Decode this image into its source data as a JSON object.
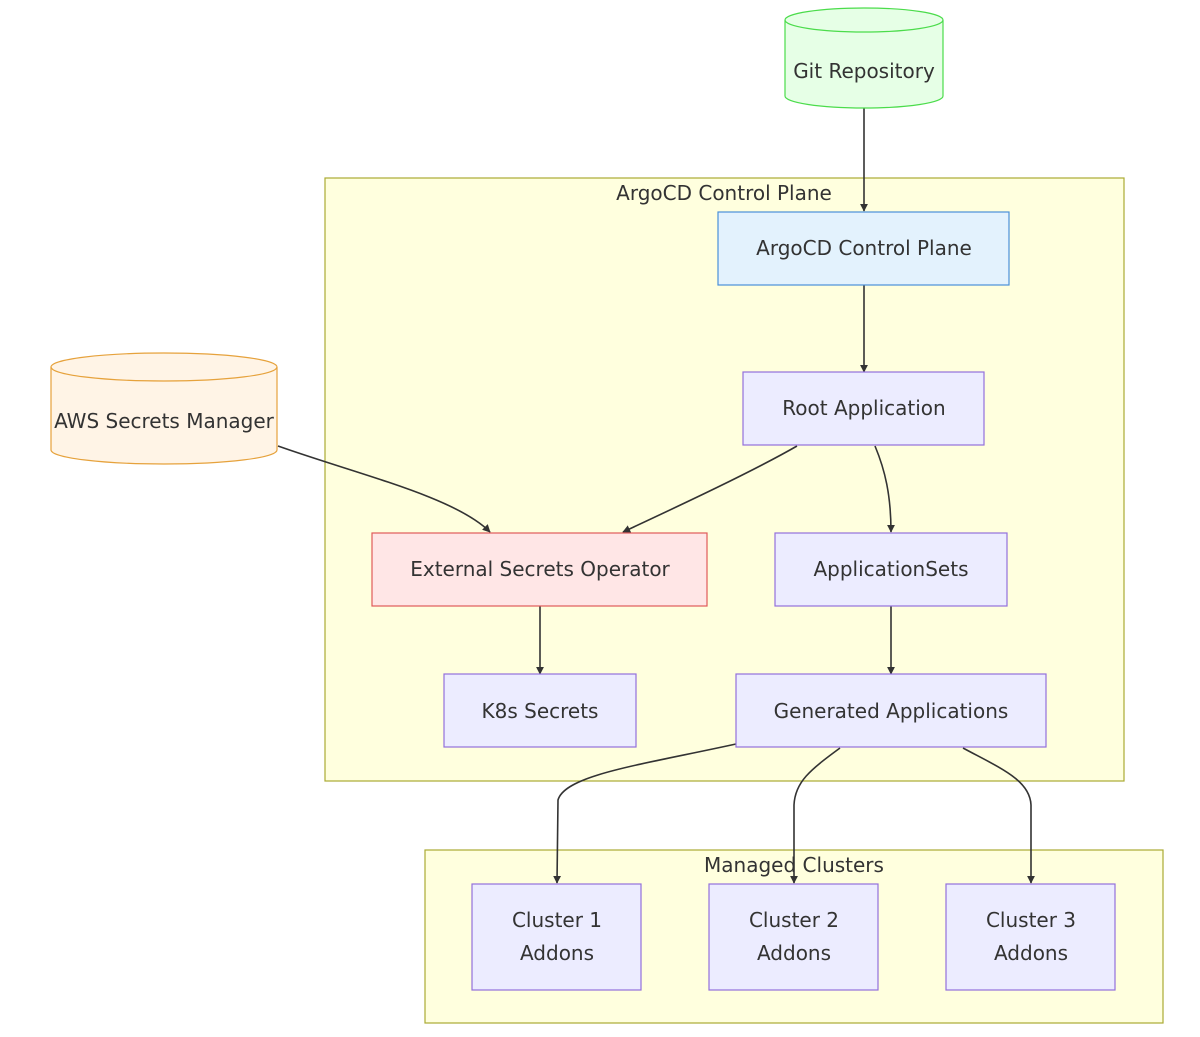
{
  "groups": {
    "control_plane": {
      "label": "ArgoCD Control Plane"
    },
    "managed_clusters": {
      "label": "Managed Clusters"
    }
  },
  "nodes": {
    "git_repository": {
      "label": "Git Repository",
      "shape": "cylinder",
      "fill": "#e6ffe6",
      "stroke": "#4bdc4b"
    },
    "argocd_control_plane": {
      "label": "ArgoCD Control Plane",
      "fill": "#e3f2fd",
      "stroke": "#4a90d9"
    },
    "root_application": {
      "label": "Root Application",
      "fill": "#ececff",
      "stroke": "#9370db"
    },
    "aws_secrets_manager": {
      "label": "AWS Secrets Manager",
      "shape": "cylinder",
      "fill": "#fff4e6",
      "stroke": "#e6a23c"
    },
    "external_secrets_operator": {
      "label": "External Secrets Operator",
      "fill": "#ffe6e6",
      "stroke": "#e05a5a"
    },
    "applicationsets": {
      "label": "ApplicationSets",
      "fill": "#ececff",
      "stroke": "#9370db"
    },
    "k8s_secrets": {
      "label": "K8s Secrets",
      "fill": "#ececff",
      "stroke": "#9370db"
    },
    "generated_applications": {
      "label": "Generated Applications",
      "fill": "#ececff",
      "stroke": "#9370db"
    },
    "cluster_1": {
      "line1": "Cluster 1",
      "line2": "Addons",
      "fill": "#ececff",
      "stroke": "#9370db"
    },
    "cluster_2": {
      "line1": "Cluster 2",
      "line2": "Addons",
      "fill": "#ececff",
      "stroke": "#9370db"
    },
    "cluster_3": {
      "line1": "Cluster 3",
      "line2": "Addons",
      "fill": "#ececff",
      "stroke": "#9370db"
    }
  },
  "group_style": {
    "fill": "#ffffde",
    "stroke": "#aaaa33"
  },
  "edges": [
    {
      "from": "git_repository",
      "to": "argocd_control_plane"
    },
    {
      "from": "argocd_control_plane",
      "to": "root_application"
    },
    {
      "from": "root_application",
      "to": "external_secrets_operator"
    },
    {
      "from": "root_application",
      "to": "applicationsets"
    },
    {
      "from": "aws_secrets_manager",
      "to": "external_secrets_operator"
    },
    {
      "from": "external_secrets_operator",
      "to": "k8s_secrets"
    },
    {
      "from": "applicationsets",
      "to": "generated_applications"
    },
    {
      "from": "generated_applications",
      "to": "cluster_1"
    },
    {
      "from": "generated_applications",
      "to": "cluster_2"
    },
    {
      "from": "generated_applications",
      "to": "cluster_3"
    }
  ]
}
